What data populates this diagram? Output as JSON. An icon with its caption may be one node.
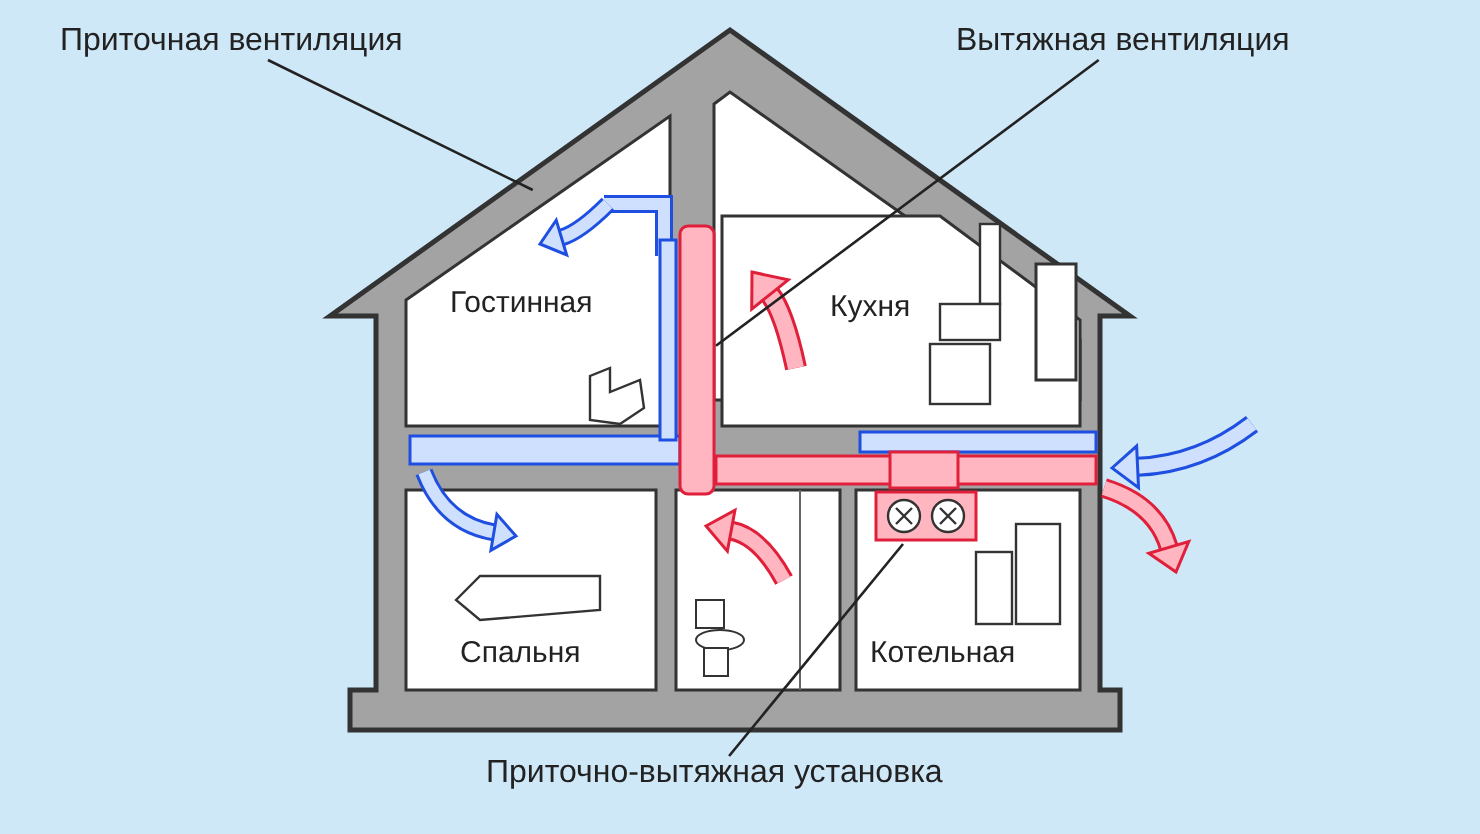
{
  "diagram": {
    "nodes": [
      {
        "text": [
          "Приточная вентиляция"
        ]
      },
      {
        "text": [],
        "shape": "picture",
        "in": 6
      },
      {
        "text": [
          "Вытяжная вентиляция"
        ]
      },
      {
        "text": [],
        "shape": "bar"
      },
      {
        "text": [
          "Приточно-вытяжная установка"
        ]
      },
      {
        "text": [],
        "shape": "box",
        "in": 9
      },
      {
        "text": [
          "Гостинная"
        ]
      },
      {
        "text": [
          "Кухня"
        ]
      },
      {
        "text": [
          "Спальня"
        ]
      },
      {
        "text": [
          "Котельная"
        ]
      }
    ],
    "edges": [
      {
        "from": 0,
        "to": 1,
        "arrow": "none"
      },
      {
        "from": 2,
        "to": 3,
        "arrow": "none"
      },
      {
        "from": 4,
        "to": 5,
        "arrow": "none"
      }
    ]
  }
}
